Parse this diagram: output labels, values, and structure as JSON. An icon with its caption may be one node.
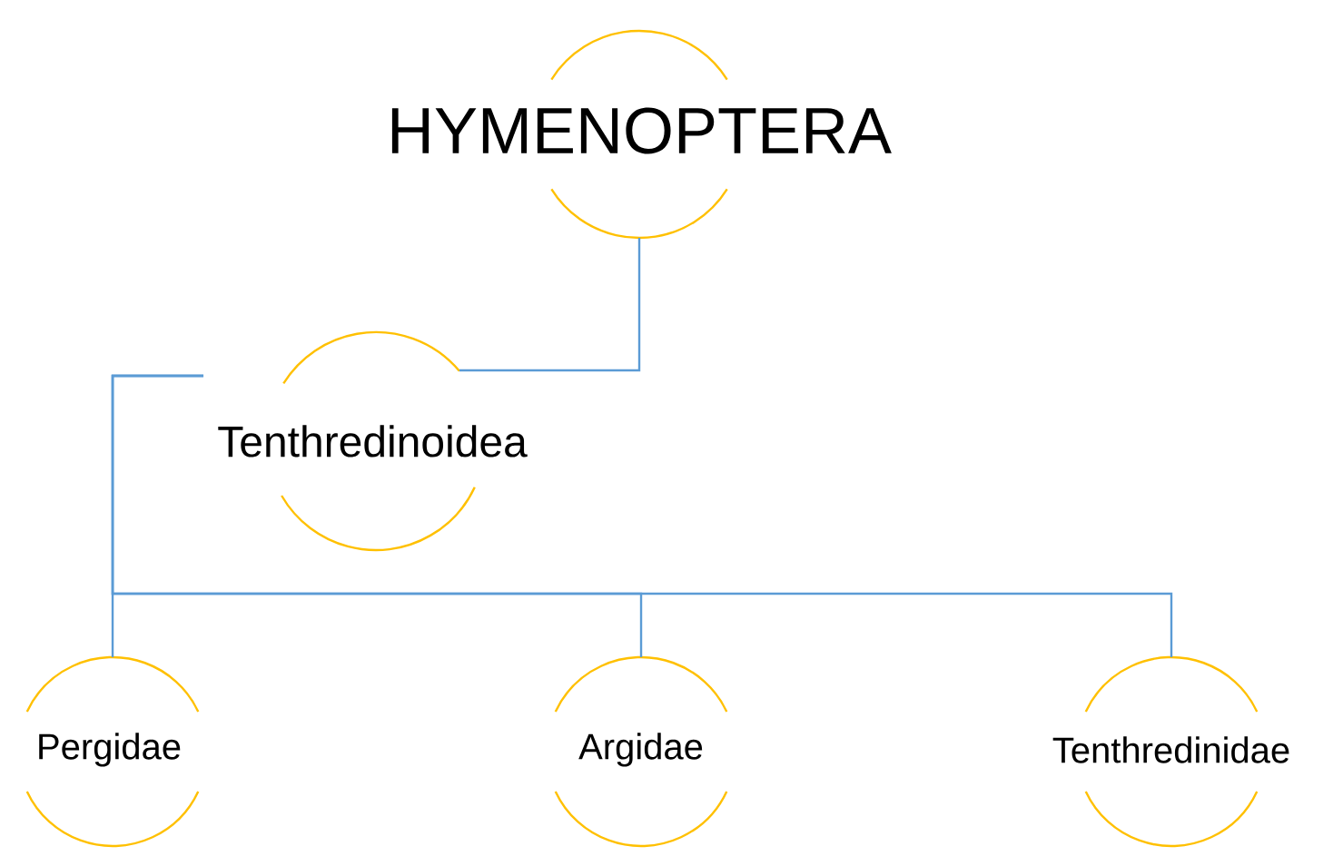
{
  "diagram": {
    "nodes": [
      {
        "text": [
          "HYMENOPTERA"
        ]
      },
      {
        "text": [
          "Tenthredinoidea"
        ]
      },
      {
        "text": [
          "Pergidae"
        ]
      },
      {
        "text": [
          "Argidae"
        ]
      },
      {
        "text": [
          "Tenthredinidae"
        ]
      }
    ],
    "edges": [
      {
        "from": 0,
        "to": 1,
        "arrow": "none"
      },
      {
        "from": 1,
        "to": 2,
        "arrow": "none"
      },
      {
        "from": 1,
        "to": 3,
        "arrow": "none"
      },
      {
        "from": 1,
        "to": 4,
        "arrow": "none"
      }
    ]
  }
}
